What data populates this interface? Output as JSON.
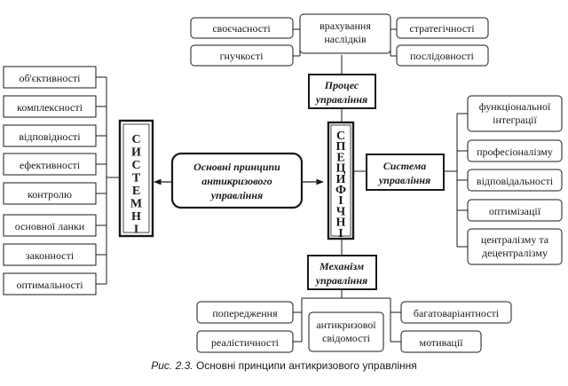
{
  "diagram": {
    "center": [
      "Основні принципи",
      "антикризового",
      "управління"
    ],
    "systemic_label": [
      "С",
      "И",
      "С",
      "Т",
      "Е",
      "М",
      "Н",
      "І"
    ],
    "specific_label": [
      "С",
      "П",
      "Е",
      "Ц",
      "И",
      "Ф",
      "І",
      "Ч",
      "Н",
      "І"
    ],
    "systemic_principles": [
      "об'єктивності",
      "комплексності",
      "відповідності",
      "ефективності",
      "контролю",
      "основної ланки",
      "законності",
      "оптимальності"
    ],
    "process": {
      "title": [
        "Процес",
        "управління"
      ],
      "principles": [
        "своєчасності",
        "врахування наслідків",
        "стратегічності",
        "гнучкості",
        "послідовності"
      ]
    },
    "system": {
      "title": [
        "Система",
        "управління"
      ],
      "principles": [
        "функціональної інтеграції",
        "професіоналізму",
        "відповідальності",
        "оптимізації",
        "централізму та децентралізму"
      ]
    },
    "mechanism": {
      "title": [
        "Механізм",
        "управління"
      ],
      "principles": [
        "попередження",
        "антикризової свідомості",
        "багатоваріантності",
        "реалістичності",
        "мотивації"
      ]
    }
  },
  "caption": {
    "label": "Рис. 2.3.",
    "text": "Основні принципи антикризового управління"
  }
}
